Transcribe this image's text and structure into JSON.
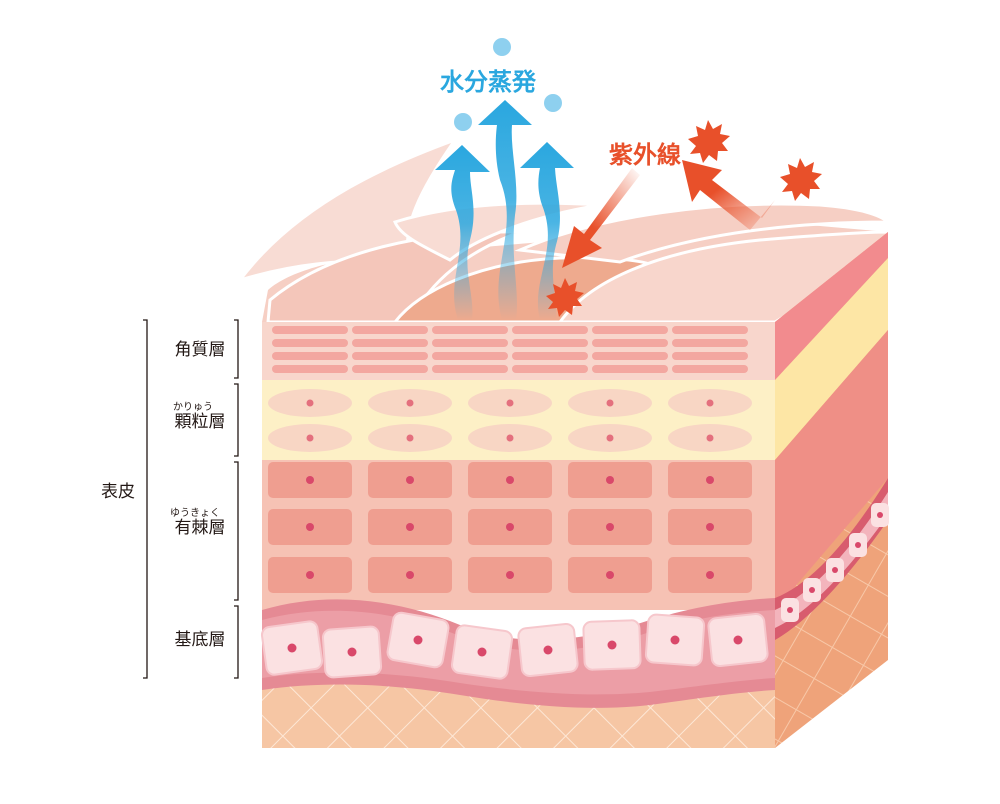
{
  "diagram": {
    "annotations": {
      "water_evaporation": "水分蒸発",
      "ultraviolet": "紫外線"
    },
    "group_label": "表皮",
    "layers": [
      {
        "name": "角質層",
        "reading": ""
      },
      {
        "name": "顆粒層",
        "reading": "かりゅう"
      },
      {
        "name": "有棘層",
        "reading": "ゆうきょく"
      },
      {
        "name": "基底層",
        "reading": ""
      }
    ],
    "colors": {
      "water": "#2aa7df",
      "uv": "#e8502a",
      "stratum_corneum": "#f6cfc4",
      "granular": "#fdf0c6",
      "spinous": "#f3b3a4",
      "basal": "#e58a94",
      "dermis": "#f6c6a4"
    }
  }
}
